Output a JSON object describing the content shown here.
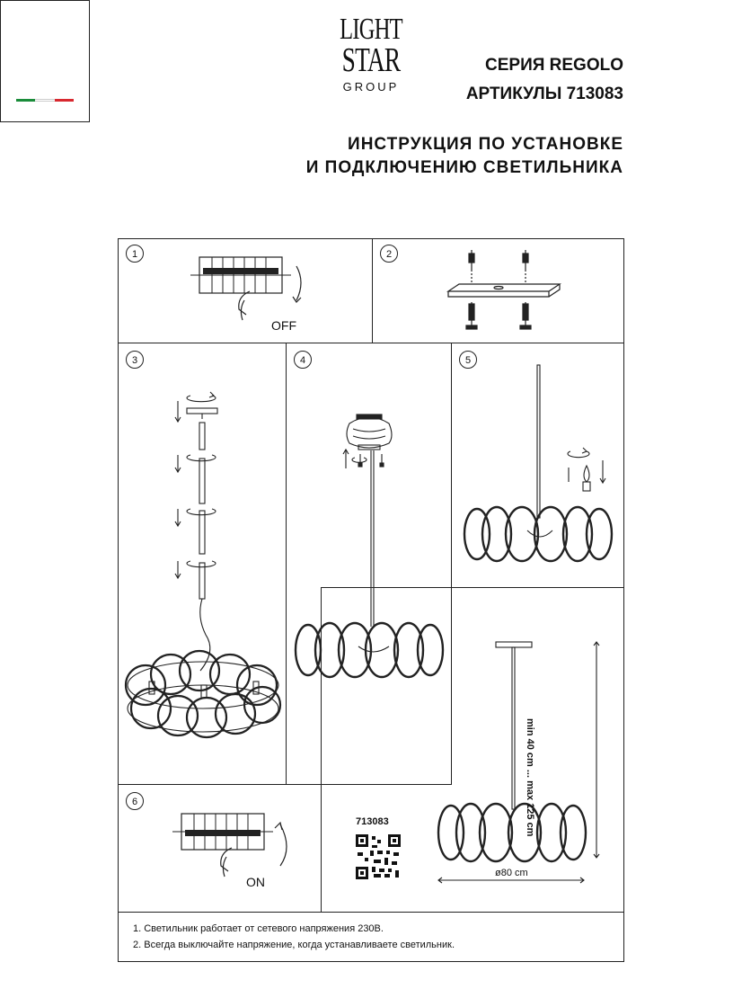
{
  "logo": {
    "line1": "LIGHT",
    "line2": "STAR",
    "line3": "GROUP",
    "flag_colors": [
      "#1a8c3a",
      "#ffffff",
      "#d8282f"
    ]
  },
  "header": {
    "series": "СЕРИЯ REGOLO",
    "articles": "АРТИКУЛЫ 713083",
    "instruction_line1": "ИНСТРУКЦИЯ ПО УСТАНОВКЕ",
    "instruction_line2": "И ПОДКЛЮЧЕНИЮ СВЕТИЛЬНИКА"
  },
  "steps": [
    {
      "number": "1",
      "label": "OFF",
      "icon": "breaker-off-icon"
    },
    {
      "number": "2",
      "icon": "mounting-bracket-icon"
    },
    {
      "number": "3",
      "icon": "assembly-rods-icon"
    },
    {
      "number": "4",
      "icon": "canopy-attach-icon"
    },
    {
      "number": "5",
      "icon": "bulb-install-icon"
    },
    {
      "number": "6",
      "label": "ON",
      "icon": "breaker-on-icon"
    }
  ],
  "product": {
    "article": "713083",
    "height_label": "min 40 cm ... max 125 cm",
    "diameter_label": "ø80 cm"
  },
  "notes": [
    "1. Светильник работает от сетевого напряжения 230В.",
    "2. Всегда выключайте напряжение, когда устанавливаете светильник."
  ]
}
